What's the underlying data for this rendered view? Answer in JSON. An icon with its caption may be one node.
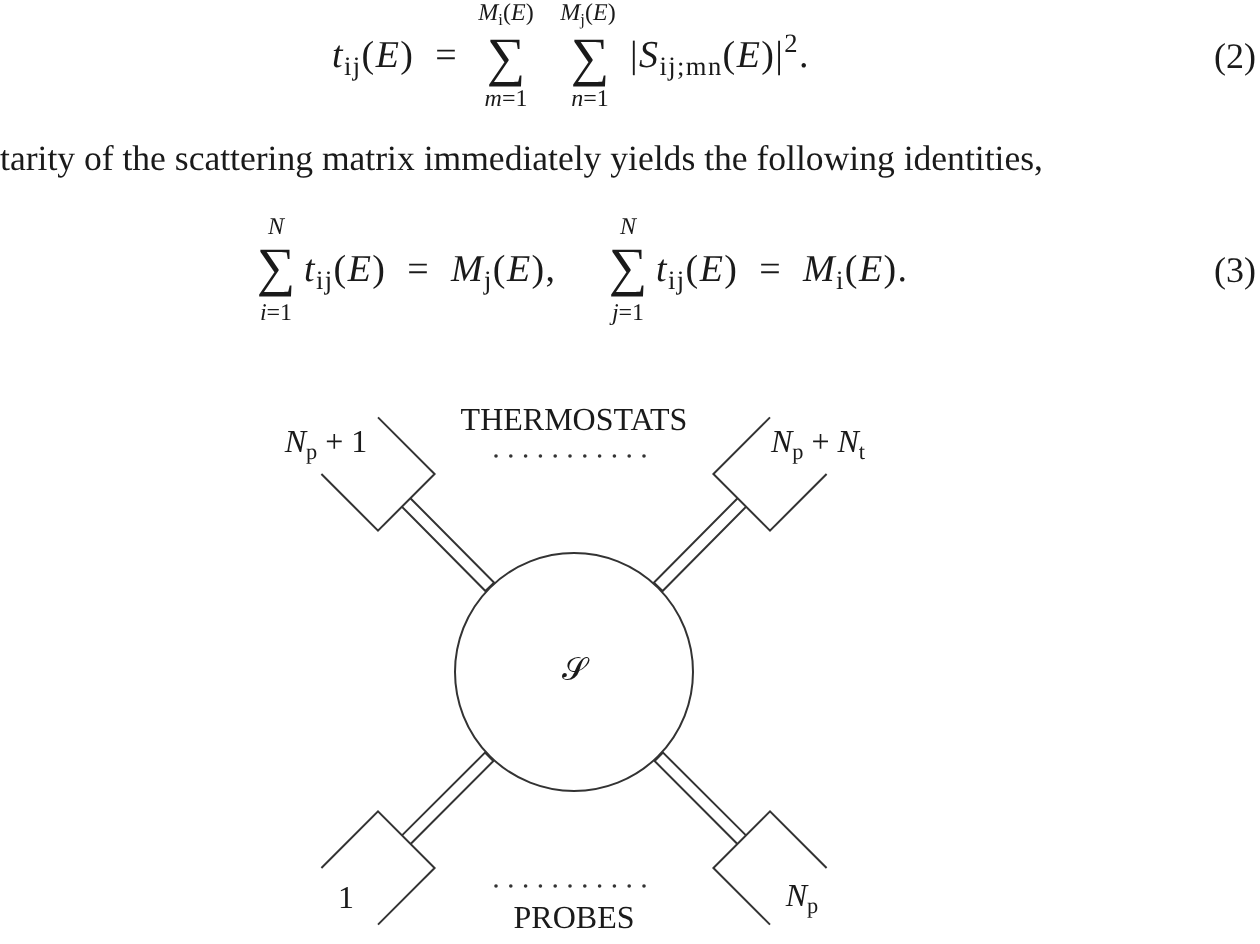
{
  "diagram": {
    "nodes": [
      {
        "text": [
          "*N*$_{p}$ + 1"
        ]
      },
      {
        "text": [
          "*N*$_{p}$ + *N*$_{t}$"
        ]
      },
      {
        "text": [
          "𝒮"
        ]
      },
      {
        "text": [
          "1"
        ]
      },
      {
        "text": [
          "*N*$_{p}$"
        ]
      }
    ],
    "edges": [
      {
        "from": 0,
        "to": 2,
        "arrow": "none"
      },
      {
        "from": 1,
        "to": 2,
        "arrow": "none"
      },
      {
        "from": 3,
        "to": 2,
        "arrow": "none"
      },
      {
        "from": 4,
        "to": 2,
        "arrow": "none"
      }
    ],
    "labels": [
      "*M*$_{i}$(*E*)",
      "*M*$_{j}$(*E*)",
      "*t*$_{ij}$(*E*) =",
      "∑",
      "∑",
      "|*S*$_{ij;mn}$(*E*)|$^{2}$.",
      "(2)",
      "*m*=1",
      "*n*=1",
      "tarity of the scattering matrix immediately yields the following identities,",
      "N",
      "N",
      "∑",
      "*t*$_{ij}$(*E*) = *M*$_{j}$(*E*),",
      "∑",
      "*t*$_{ij}$(*E*) = *M*$_{i}$(*E*).",
      "(3)",
      "*i*=1",
      "*j*=1",
      "THERMOSTATS",
      "PROBES"
    ]
  }
}
